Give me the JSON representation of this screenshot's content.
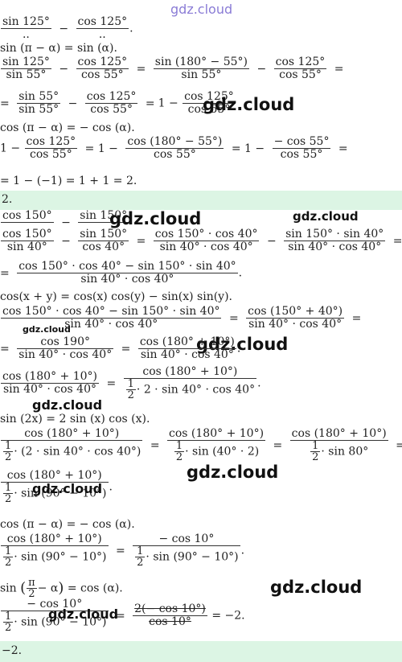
{
  "watermark": "gdz.cloud",
  "answers": {
    "first": "2.",
    "second": "−2."
  },
  "lines": {
    "l1a": "sin 125°",
    "l1b": "..",
    "l1c": "cos 125°",
    "l1d": "..",
    "l2": "sin (π − α) = sin (α).",
    "l3": [
      "sin 125°",
      "sin 55°",
      "cos 125°",
      "cos 55°",
      "sin (180° − 55°)",
      "sin 55°",
      "cos 125°",
      "cos 55°"
    ],
    "l4": [
      "sin 55°",
      "sin 55°",
      "cos 125°",
      "cos 55°",
      "1 −",
      "cos 125°",
      "cos 55°"
    ],
    "l5": "cos (π − α) = − cos (α).",
    "l6": [
      "1 −",
      "cos 125°",
      "cos 55°",
      "= 1 −",
      "cos (180° − 55°)",
      "cos 55°",
      "= 1 −",
      "− cos 55°",
      "cos 55°"
    ],
    "l7": "= 1 − (−1) = 1 + 1 = 2.",
    "l8": [
      "cos 150°",
      "sin 150°"
    ],
    "l9": [
      "cos 150°",
      "sin 40°",
      "sin 150°",
      "cos 40°",
      "cos 150° · cos 40°",
      "sin 40° · cos 40°",
      "sin 150° · sin 40°",
      "sin 40° · cos 40°"
    ],
    "l10": [
      "cos 150° · cos 40° − sin 150° · sin 40°",
      "sin 40° · cos 40°"
    ],
    "l11": "cos(x + y) = cos(x) cos(y) − sin(x) sin(y).",
    "l12": [
      "cos 150° · cos 40° − sin 150° · sin 40°",
      "sin 40° · cos 40°",
      "cos (150° + 40°)",
      "sin 40° · cos 40°"
    ],
    "l13": [
      "cos 190°",
      "sin 40° · cos 40°",
      "cos (180° + 10°)",
      "sin 40° · cos 40°"
    ],
    "l14": [
      "cos (180° + 10°)",
      "sin 40° · cos 40°",
      "cos (180° + 10°)",
      "1",
      "2",
      "· 2 · sin 40° · cos 40°"
    ],
    "l15": "sin (2x) = 2 sin (x) cos (x).",
    "l16": [
      "cos (180° + 10°)",
      "1",
      "2",
      "· (2 · sin 40° · cos 40°)",
      "cos (180° + 10°)",
      "1",
      "2",
      "· sin (40° · 2)",
      "cos (180° + 10°)",
      "1",
      "2",
      "· sin 80°"
    ],
    "l17": [
      "cos (180° + 10°)",
      "1",
      "2",
      "· sin (90° − 10°)"
    ],
    "l18": "cos (π − α) = − cos (α).",
    "l19": [
      "cos (180° + 10°)",
      "1",
      "2",
      "· sin (90° − 10°)",
      "− cos 10°",
      "1",
      "2",
      "· sin (90° − 10°)"
    ],
    "l20": [
      "sin",
      "π",
      "2",
      "− α",
      "= cos (α)."
    ],
    "l21": [
      "− cos 10°",
      "1",
      "2",
      "· sin (90° − 10°)",
      "2(− cos 10°)",
      "cos 10°",
      "= −2."
    ]
  }
}
